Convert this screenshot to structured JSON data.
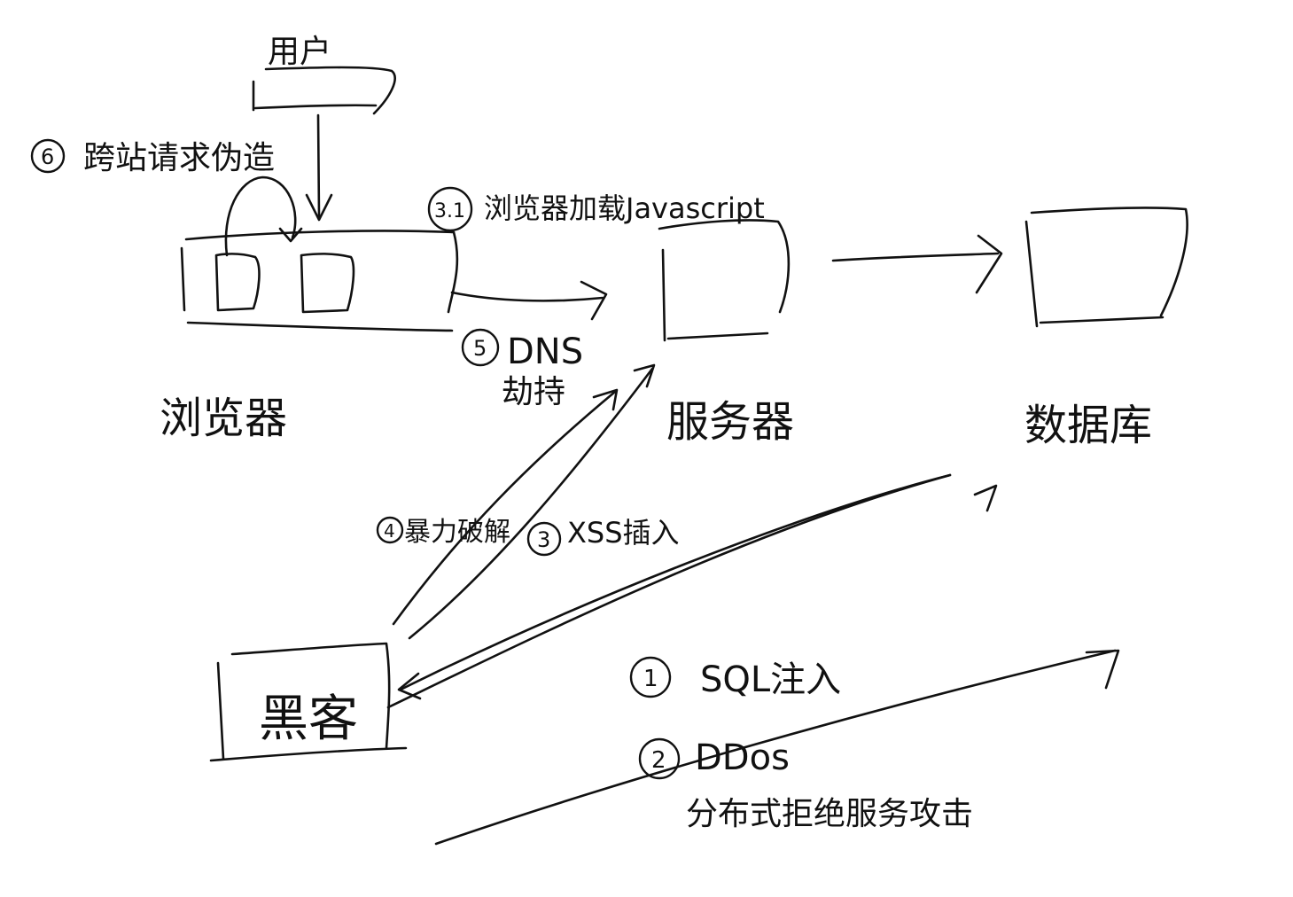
{
  "nodes": {
    "user": "用户",
    "browser": "浏览器",
    "server": "服务器",
    "database": "数据库",
    "hacker": "黑客"
  },
  "attacks": {
    "sql_injection": {
      "number": "1",
      "label": "SQL注入"
    },
    "ddos": {
      "number": "2",
      "label": "DDos",
      "description": "分布式拒绝服务攻击"
    },
    "xss": {
      "number": "3",
      "label": "XSS插入"
    },
    "browser_js": {
      "number": "3.1",
      "label": "浏览器加载Javascript"
    },
    "brute_force": {
      "number": "4",
      "label": "暴力破解"
    },
    "dns_hijack": {
      "number": "5",
      "label": "DNS",
      "label_line2": "劫持"
    },
    "csrf": {
      "number": "6",
      "label": "跨站请求伪造"
    }
  }
}
